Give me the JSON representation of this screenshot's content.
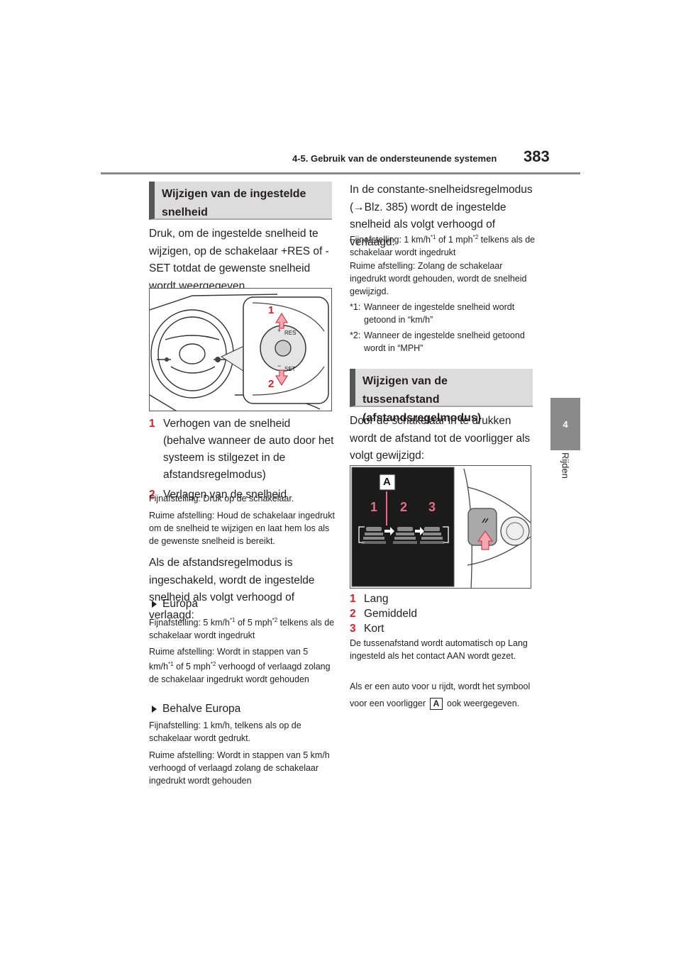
{
  "header": {
    "section": "4-5. Gebruik van de ondersteunende systemen",
    "page_number": "383",
    "side_tab": "4",
    "side_label": "Rijden"
  },
  "left": {
    "heading": "Wijzigen van de ingestelde snelheid",
    "intro": "Druk, om de ingestelde snelheid te wijzigen, op de schakelaar +RES of -SET totdat de gewenste snelheid wordt weergegeven.",
    "figure1": {
      "res_label": "RES",
      "set_label": "SET",
      "callout1": "1",
      "callout2": "2"
    },
    "items": [
      {
        "num": "1",
        "text": "Verhogen van de snelheid (behalve wanneer de auto door het systeem is stilgezet in de afstandsregelmodus)"
      },
      {
        "num": "2",
        "text": "Verlagen van de snelheid"
      }
    ],
    "fine1": "Fijnafstelling: Druk op de schakelaar.",
    "coarse1": "Ruime afstelling: Houd de schakelaar ingedrukt om de snelheid te wijzigen en laat hem los als de gewenste snelheid is bereikt.",
    "distance_mode_text": "Als de afstandsregelmodus is ingeschakeld, wordt de ingestelde snelheid als volgt verhoogd of verlaagd:",
    "europe_label": "Europa",
    "europe_fine_a": "Fijnafstelling: 5 km/h",
    "europe_fine_b": " of 5 mph",
    "europe_fine_c": " telkens als de schakelaar wordt ingedrukt",
    "europe_coarse_a": "Ruime afstelling: Wordt in stappen van 5 km/h",
    "europe_coarse_b": " of 5 mph",
    "europe_coarse_c": " verhoogd of verlaagd zolang de schakelaar ingedrukt wordt gehouden",
    "non_europe_label": "Behalve Europa",
    "non_europe_fine": "Fijnafstelling: 1 km/h, telkens als op de schakelaar wordt gedrukt.",
    "non_europe_coarse": "Ruime afstelling: Wordt in stappen van 5 km/h verhoogd of verlaagd zolang de schakelaar ingedrukt wordt gehouden"
  },
  "right": {
    "const_mode_text": "In de constante-snelheidsregelmodus (→Blz. 385) wordt de ingestelde snelheid als volgt verhoogd of verlaagd:",
    "fine_a": "Fijnafstelling: 1 km/h",
    "fine_b": " of 1 mph",
    "fine_c": " telkens als de schakelaar wordt ingedrukt",
    "coarse": "Ruime afstelling: Zolang de schakelaar ingedrukt wordt gehouden, wordt de snelheid gewijzigd.",
    "fn1_mark": "*1:",
    "fn1_text": "Wanneer de ingestelde snelheid wordt getoond in “km/h”",
    "fn2_mark": "*2:",
    "fn2_text": "Wanneer de ingestelde snelheid getoond wordt in “MPH”",
    "sup1": "*1",
    "sup2": "*2",
    "heading2": "Wijzigen van de tussenafstand (afstandsregelmodus)",
    "distance_intro": "Door de schakelaar in te drukken wordt de afstand tot de voorligger als volgt gewijzigd:",
    "figure2": {
      "label_a": "A",
      "n1": "1",
      "n2": "2",
      "n3": "3"
    },
    "items": [
      {
        "num": "1",
        "text": "Lang"
      },
      {
        "num": "2",
        "text": "Gemiddeld"
      },
      {
        "num": "3",
        "text": "Kort"
      }
    ],
    "note1": "De tussenafstand wordt automatisch op Lang ingesteld als het contact AAN wordt gezet.",
    "note2_a": "Als er een auto voor u rijdt, wordt het symbool voor een voorligger",
    "note2_badge": "A",
    "note2_b": "ook weergegeven."
  }
}
